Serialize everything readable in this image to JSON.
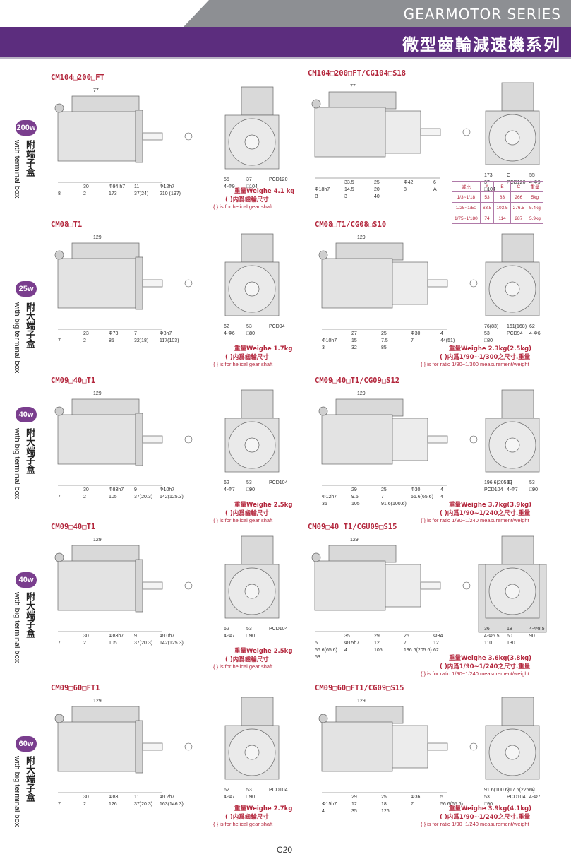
{
  "header": {
    "series_en": "GEARMOTOR SERIES",
    "series_cn": "微型齒輪減速機系列"
  },
  "sections": [
    {
      "power": "200w",
      "cn": "附端子盒",
      "en": "with terminal box"
    },
    {
      "power": "25w",
      "cn": "附大端子盒",
      "en": "with big terminal box"
    },
    {
      "power": "40w",
      "cn": "附大端子盒",
      "en": "with big terminal box"
    },
    {
      "power": "40w",
      "cn": "附大端子盒",
      "en": "with big terminal box"
    },
    {
      "power": "60w",
      "cn": "附大端子盒",
      "en": "with big terminal box"
    }
  ],
  "models": [
    {
      "title": "CM104□200□FT",
      "weight": "重量Weighe 4.1 kg",
      "note_cn": "(   )内爲齒輪尺寸",
      "note_en": "{ } is for helical gear shaft",
      "dims": [
        "77",
        "30",
        "Φ94 h7",
        "11",
        "Φ12h7",
        "8",
        "2",
        "173",
        "37(24)",
        "210 (197)",
        "55",
        "37",
        "PCD120",
        "4-Φ9",
        "□104"
      ]
    },
    {
      "title": "CM104□200□FT/CG104□S18",
      "weight": "",
      "note_cn": "",
      "note_en": "",
      "dims": [
        "77",
        "33.5",
        "25",
        "Φ42",
        "6",
        "Φ18h7",
        "14.5",
        "20",
        "8",
        "A",
        "B",
        "3",
        "40",
        "173",
        "C",
        "55",
        "37",
        "PCD120",
        "4-Φ9",
        "□104"
      ]
    },
    {
      "title": "CM08□T1",
      "weight": "重量Weighe 1.7kg",
      "note_cn": "(   )内爲齒輪尺寸",
      "note_en": "{ } is for helical gear shaft",
      "dims": [
        "129",
        "23",
        "Φ73",
        "7",
        "Φ8h7",
        "7",
        "2",
        "85",
        "32(18)",
        "117(103)",
        "62",
        "53",
        "PCD94",
        "4-Φ6",
        "□80"
      ]
    },
    {
      "title": "CM08□T1/CG08□S10",
      "weight": "重量Weighe 2.3kg(2.5kg)",
      "note_cn": "(   )内爲1/90~1/300之尺寸.重量",
      "note_en": "{ } is for ratio 1/90~1/300 measurement/weight",
      "dims": [
        "129",
        "27",
        "25",
        "Φ30",
        "4",
        "Φ10h7",
        "15",
        "7.5",
        "7",
        "44(51)",
        "3",
        "32",
        "85",
        "76(83)",
        "161(168)",
        "62",
        "53",
        "PCD94",
        "4-Φ6",
        "□80"
      ]
    },
    {
      "title": "CM09□40□T1",
      "weight": "重量Weighe 2.5kg",
      "note_cn": "(   )内爲齒輪尺寸",
      "note_en": "{ } is for helical gear shaft",
      "dims": [
        "129",
        "30",
        "Φ83h7",
        "9",
        "Φ10h7",
        "7",
        "2",
        "105",
        "37(20.3)",
        "142(125.3)",
        "62",
        "53",
        "PCD104",
        "4-Φ7",
        "□90"
      ]
    },
    {
      "title": "CM09□40□T1/CG09□S12",
      "weight": "重量Weighe 3.7kg(3.9kg)",
      "note_cn": "(   )内爲1/90~1/240之尺寸.重量",
      "note_en": "{ } is for ratio 1/90~1/240 measurement/weight",
      "dims": [
        "129",
        "29",
        "25",
        "Φ30",
        "4",
        "Φ12h7",
        "9.5",
        "7",
        "56.6(65.6)",
        "4",
        "35",
        "105",
        "91.6(100.6)",
        "196.6(205.6)",
        "62",
        "53",
        "PCD104",
        "4-Φ7",
        "□90"
      ]
    },
    {
      "title": "CM09□40□T1",
      "weight": "重量Weighe 2.5kg",
      "note_cn": "(   )内爲齒輪尺寸",
      "note_en": "{ } is for helical gear shaft",
      "dims": [
        "129",
        "30",
        "Φ83h7",
        "9",
        "Φ10h7",
        "7",
        "2",
        "105",
        "37(20.3)",
        "142(125.3)",
        "62",
        "53",
        "PCD104",
        "4-Φ7",
        "□90"
      ]
    },
    {
      "title": "CM09□40 T1/CGU09□S15",
      "weight": "重量Weighe 3.6kg(3.8kg)",
      "note_cn": "(   )内爲1/90~1/240之尺寸.重量",
      "note_en": "{ } is for ratio 1/90~1/240 measurement/weight",
      "dims": [
        "129",
        "35",
        "29",
        "25",
        "Φ34",
        "5",
        "Φ15h7",
        "12",
        "7",
        "12",
        "56.6(65.6)",
        "4",
        "105",
        "196.6(205.6)",
        "62",
        "53",
        "36",
        "18",
        "4-Φ8.5",
        "4-Φ6.5",
        "60",
        "90",
        "110",
        "130"
      ]
    },
    {
      "title": "CM09□60□FT1",
      "weight": "重量Weighe 2.7kg",
      "note_cn": "(   )内爲齒輪尺寸",
      "note_en": "{ } is for helical gear shaft",
      "dims": [
        "129",
        "30",
        "Φ83",
        "11",
        "Φ12h7",
        "7",
        "2",
        "126",
        "37(20.3)",
        "163(146.3)",
        "62",
        "53",
        "PCD104",
        "4-Φ7",
        "□90"
      ]
    },
    {
      "title": "CM09□60□FT1/CG09□S15",
      "weight": "重量Weighe 3.9kg(4.1kg)",
      "note_cn": "(   )内爲1/90~1/240之尺寸.重量",
      "note_en": "{ } is for ratio 1/90~1/240 measurement/weight",
      "dims": [
        "129",
        "29",
        "25",
        "Φ36",
        "5",
        "Φ15h7",
        "12",
        "18",
        "7",
        "56.6(65.6)",
        "4",
        "35",
        "126",
        "91.6(100.6)",
        "217.6(226.6)",
        "62",
        "53",
        "PCD104",
        "4-Φ7",
        "□90"
      ]
    }
  ],
  "ratio_table": {
    "headers": [
      "減比",
      "A",
      "B",
      "C",
      "重量"
    ],
    "rows": [
      [
        "1/3~1/18",
        "53",
        "83",
        "266",
        "5kg"
      ],
      [
        "1/25~1/50",
        "63.5",
        "103.5",
        "276.5",
        "5.4kg"
      ],
      [
        "1/75~1/180",
        "74",
        "114",
        "287",
        "5.9kg"
      ]
    ]
  },
  "page": "C20"
}
